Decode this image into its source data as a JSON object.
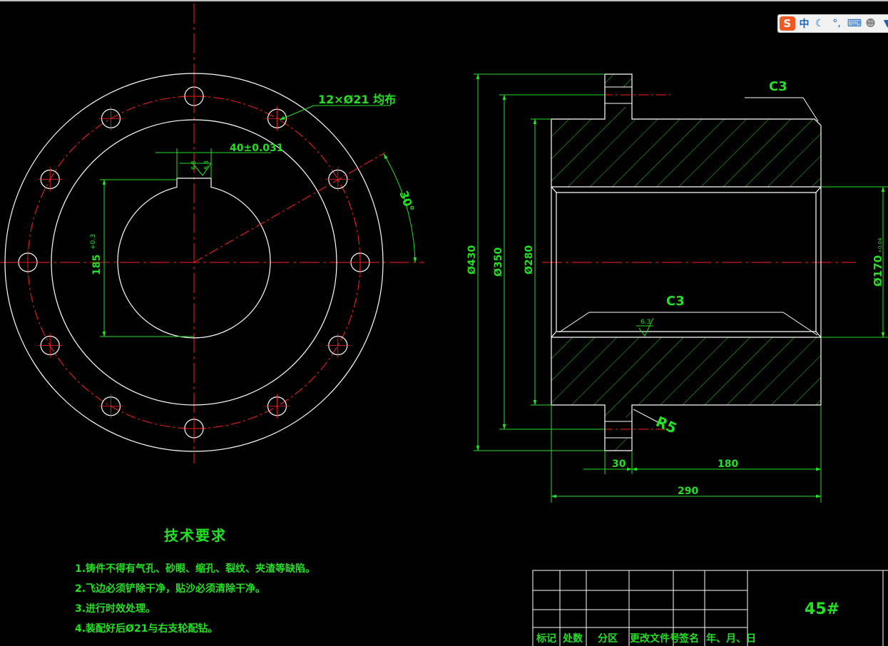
{
  "ime_toolbar": {
    "logo": "S",
    "mode": "中",
    "icons": [
      "moon-icon",
      "punctuation-icon",
      "keyboard-icon",
      "user-icon",
      "shirt-icon"
    ]
  },
  "drawing": {
    "front_view": {
      "bolt_hole_note": "12×Ø21 均布",
      "keyway_width": "40±0.031",
      "keyway_roughness": "6.3",
      "keyway_depth_value": "185",
      "keyway_depth_tol": "+0.3",
      "angle": "30°"
    },
    "side_view": {
      "chamfer_outer": "C3",
      "chamfer_inner": "C3",
      "roughness": "6.3",
      "fillet": "R5",
      "dia_430": "Ø430",
      "dia_350": "Ø350",
      "dia_280": "Ø280",
      "dia_170": "Ø170",
      "dia_170_tol": "+0.04",
      "len_30": "30",
      "len_180": "180",
      "len_290": "290"
    },
    "tech_requirements": {
      "title": "技术要求",
      "items": [
        "1.铸件不得有气孔、砂眼、缩孔、裂纹、夹渣等缺陷。",
        "2.飞边必须铲除干净，贴沙必须清除干净。",
        "3.进行时效处理。",
        "4.装配好后Ø21与右支轮配钻。"
      ]
    },
    "title_block": {
      "labels": [
        "标记",
        "处数",
        "分区",
        "更改文件号",
        "签名",
        "年、月、日"
      ],
      "material": "45#"
    }
  },
  "colors": {
    "background": "#000000",
    "outline": "#ffffff",
    "dimension": "#22e022",
    "centerline": "#ff2020"
  }
}
